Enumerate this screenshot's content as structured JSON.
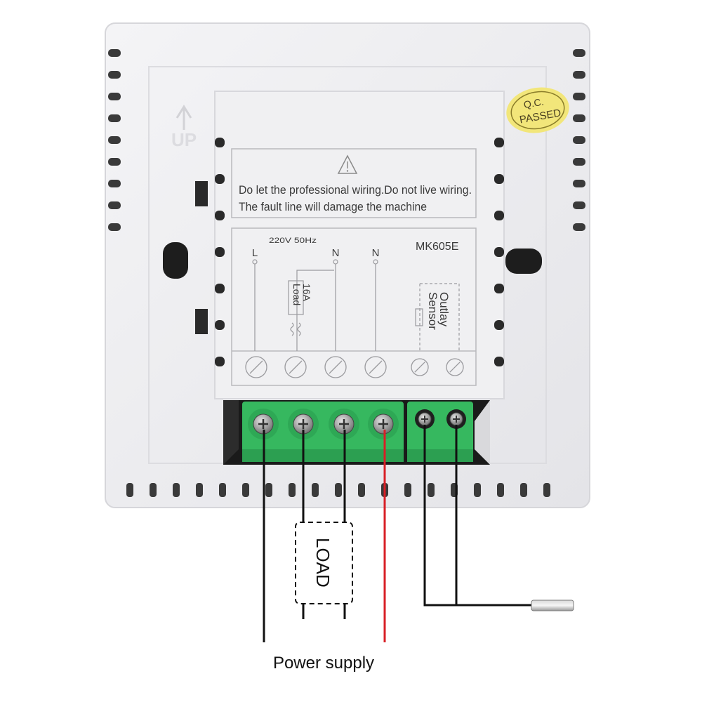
{
  "device": {
    "model": "MK605E",
    "qc_stamp": {
      "line1": "Q.C.",
      "line2": "PASSED"
    },
    "orientation_mark": "UP",
    "warning": {
      "icon": "warning-triangle-icon",
      "line1": "Do let the professional wiring.Do not live wiring.",
      "line2": "The fault line will damage the machine"
    },
    "rating": "220V  50Hz",
    "terminals": {
      "power_left": "L",
      "neutral_1": "N",
      "neutral_2": "N",
      "load_current": "16A",
      "load_label": "Load",
      "sensor_outlay": "Outlay",
      "sensor_label": "Sensor"
    }
  },
  "wiring": {
    "load_box_label": "LOAD",
    "power_supply_label": "Power supply",
    "wire_colors": {
      "black": "#111111",
      "red": "#d81f26"
    }
  },
  "colors": {
    "housing": "#efeff1",
    "connector_green": "#3fbf6a",
    "stamp_yellow": "#f2e67a"
  }
}
